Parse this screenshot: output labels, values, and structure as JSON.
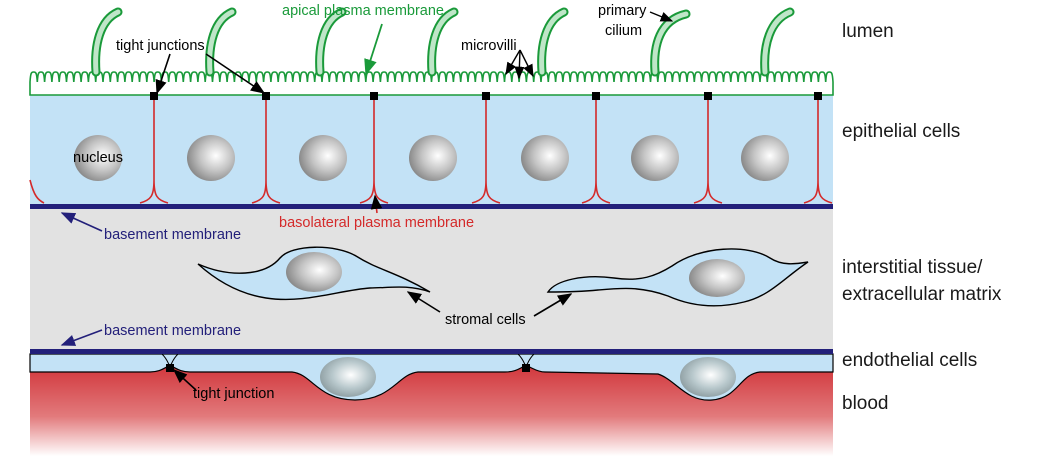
{
  "colors": {
    "apical": "#1a9a3a",
    "basolateral": "#d42a2a",
    "basement": "#23207a",
    "cytoplasm": "#c3e2f6",
    "interstitial": "#e2e2e2",
    "blood": "#d23a3f",
    "junction": "#000000"
  },
  "labels": {
    "apical_plasma_membrane": "apical plasma membrane",
    "primary_cilium_line1": "primary",
    "primary_cilium_line2": "cilium",
    "tight_junctions": "tight junctions",
    "microvilli": "microvilli",
    "nucleus": "nucleus",
    "basolateral_plasma_membrane": "basolateral plasma membrane",
    "basement_membrane_top": "basement membrane",
    "stromal_cells": "stromal cells",
    "basement_membrane_bottom": "basement membrane",
    "tight_junction": "tight junction"
  },
  "regions": {
    "lumen": "lumen",
    "epithelial_cells": "epithelial cells",
    "interstitial_line1": "interstitial tissue/",
    "interstitial_line2": "extracellular matrix",
    "endothelial_cells": "endothelial cells",
    "blood": "blood"
  }
}
